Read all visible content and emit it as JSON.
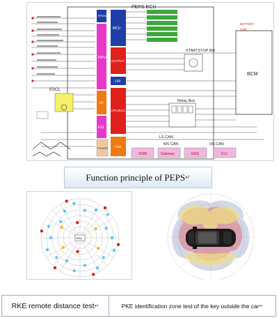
{
  "diagram": {
    "title": "PEPS ECU",
    "blocks": {
      "rfdm": "RFDM/RF",
      "input": "INPUT",
      "lf": "LF",
      "esl_block": "ESL",
      "power": "POWER",
      "mcu": "MCU",
      "cpu": "CPU/ECU",
      "can": "Can",
      "lin": "LIN",
      "output": "OUTPUT",
      "starter": "STARTSTOP Bld",
      "relay": "Relay Box",
      "bcm": "BCM",
      "escl": "ESCL",
      "ms_can": "MS CAN",
      "hs_can": "HS CAN",
      "ls_can": "LS CAN",
      "bus_nodes": [
        "SWM",
        "Gateway",
        "EMS",
        "ICU"
      ],
      "battery": "BATTERY",
      "gnd": "GND"
    }
  },
  "caption_main": "Function principle of PEPS",
  "radar": {
    "center_label": "Key"
  },
  "captions": {
    "rke": "RKE remote distance test",
    "pke": "PKE identification zone test of the key outside the car"
  },
  "colors": {
    "blue": "#1f3fa8",
    "magenta": "#e838c8",
    "orange": "#f07a10",
    "red": "#e0201a",
    "green": "#3aa83a",
    "yellow_box": "#f6f06a",
    "pink_box": "#f0b8e0",
    "cyan_dot": "#5cc8f0",
    "red_dot": "#d8201a",
    "yellow_dot": "#f0c020",
    "zone_yellow": "#f0e080",
    "zone_red": "#e06060",
    "zone_blue": "#8090c0"
  },
  "mark": "↵"
}
